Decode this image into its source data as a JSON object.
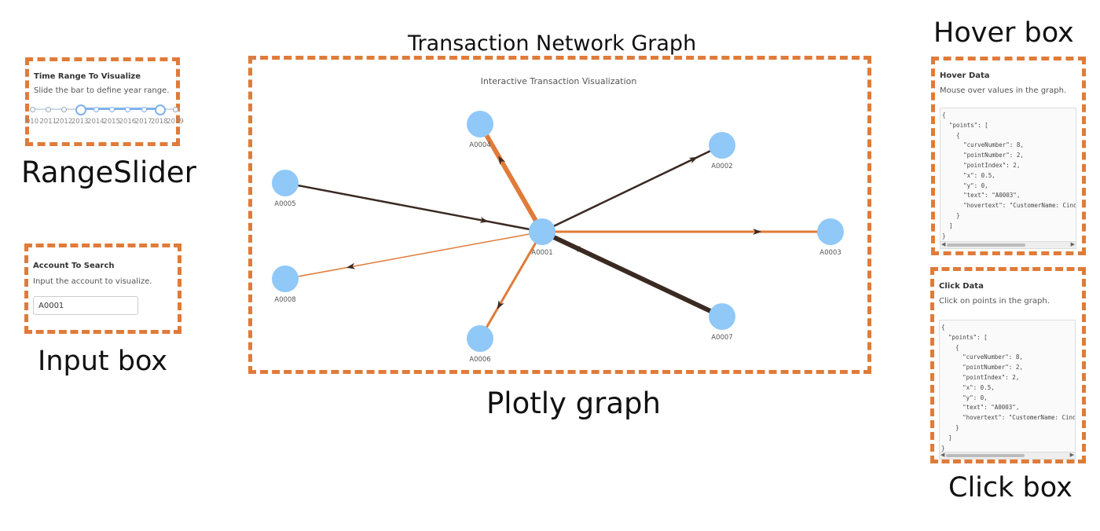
{
  "header": {
    "graph_title": "Transaction Network Graph"
  },
  "labels": {
    "range_slider": "RangeSlider",
    "input_box": "Input box",
    "plotly_graph": "Plotly graph",
    "hover_box": "Hover box",
    "click_box": "Click box"
  },
  "range_slider": {
    "title": "Time Range To Visualize",
    "description": "Slide the bar to define year range.",
    "years": [
      "010",
      "2011",
      "2012",
      "2013",
      "2014",
      "2015",
      "2016",
      "2017",
      "2018",
      "2019"
    ],
    "selected_start": "2013",
    "selected_end": "2018"
  },
  "account_search": {
    "title": "Account To Search",
    "description": "Input the account to visualize.",
    "value": "A0001"
  },
  "graph": {
    "subtitle": "Interactive Transaction Visualization",
    "colors": {
      "node": "#90c8f8",
      "edge_orange": "#e07b39",
      "edge_dark": "#3a2a22"
    },
    "nodes": [
      {
        "id": "A0001"
      },
      {
        "id": "A0002"
      },
      {
        "id": "A0003"
      },
      {
        "id": "A0004"
      },
      {
        "id": "A0005"
      },
      {
        "id": "A0006"
      },
      {
        "id": "A0007"
      },
      {
        "id": "A0008"
      }
    ],
    "edges": [
      {
        "from": "A0001",
        "to": "A0004"
      },
      {
        "from": "A0001",
        "to": "A0002"
      },
      {
        "from": "A0005",
        "to": "A0001"
      },
      {
        "from": "A0001",
        "to": "A0003"
      },
      {
        "from": "A0001",
        "to": "A0008"
      },
      {
        "from": "A0001",
        "to": "A0006"
      },
      {
        "from": "A0007",
        "to": "A0001"
      }
    ]
  },
  "hover_data": {
    "title": "Hover Data",
    "description": "Mouse over values in the graph.",
    "json": "{\n  \"points\": [\n    {\n      \"curveNumber\": 8,\n      \"pointNumber\": 2,\n      \"pointIndex\": 2,\n      \"x\": 0.5,\n      \"y\": 0,\n      \"text\": \"A0003\",\n      \"hovertext\": \"CustomerName: Cindy\n    }\n  ]\n}"
  },
  "click_data": {
    "title": "Click Data",
    "description": "Click on points in the graph.",
    "json": "{\n  \"points\": [\n    {\n      \"curveNumber\": 8,\n      \"pointNumber\": 2,\n      \"pointIndex\": 2,\n      \"x\": 0.5,\n      \"y\": 0,\n      \"text\": \"A0003\",\n      \"hovertext\": \"CustomerName: Cindy\n    }\n  ]\n}"
  }
}
